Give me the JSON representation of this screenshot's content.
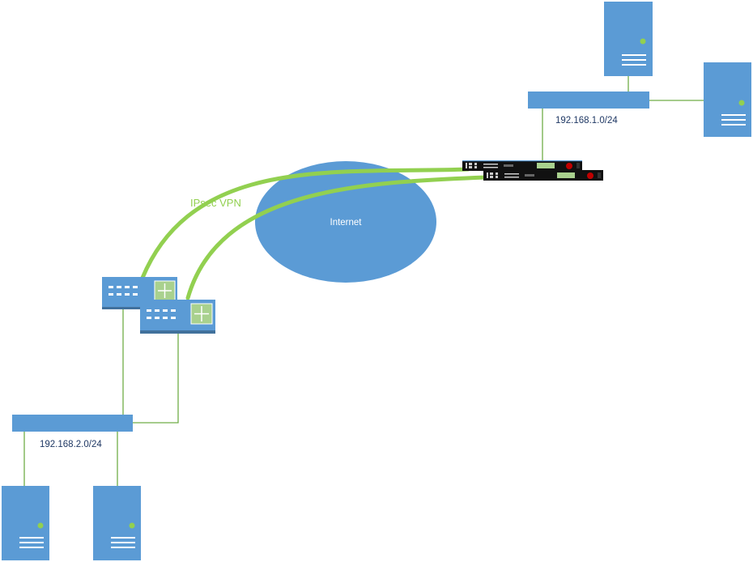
{
  "labels": {
    "vpn": "IPsec VPN",
    "internet": "Internet",
    "subnet_site1": "192.168.1.0/24",
    "subnet_site2": "192.168.2.0/24"
  },
  "colors": {
    "blue": "#5b9bd5",
    "blue_dark": "#41719c",
    "green": "#92d050",
    "link_green": "#70ad47",
    "device_dark": "#111111",
    "router_green": "#a9d18e"
  }
}
